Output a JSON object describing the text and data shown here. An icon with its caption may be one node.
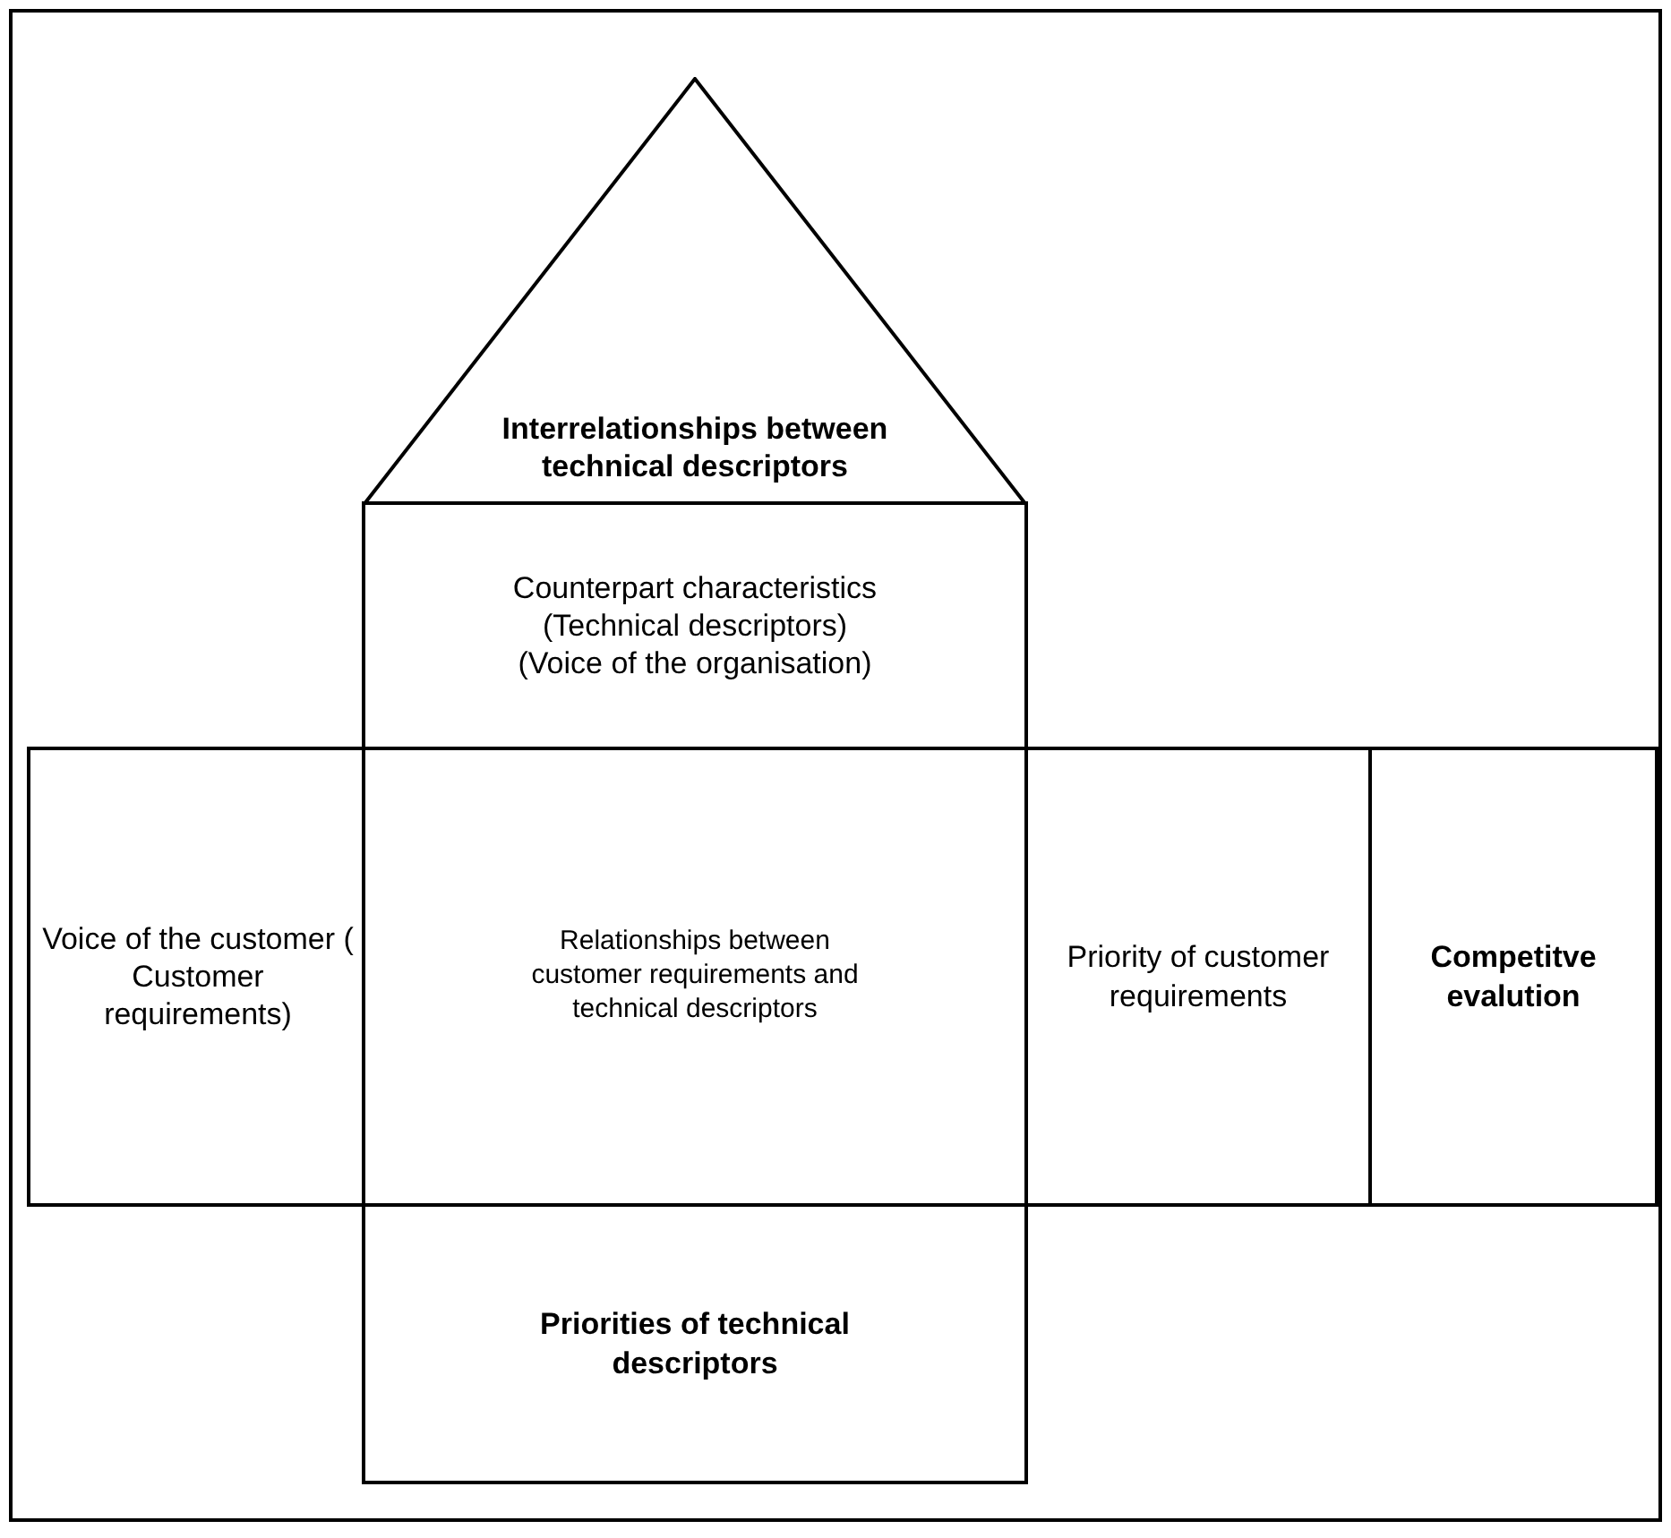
{
  "diagram": {
    "nodes": [
      {
        "text": [],
        "shape": "box"
      },
      {
        "text": [
          "Interrelationships between technical descriptors"
        ],
        "in": 0
      },
      {
        "text": [
          "Counterpart characteristics (Technical descriptors) (Voice of the organisation)"
        ],
        "in": 0
      },
      {
        "text": [
          "Voice of the customer ( Customer requirements)"
        ],
        "in": 0
      },
      {
        "text": [
          "Relationships between customer requirements and technical descriptors"
        ],
        "in": 0
      },
      {
        "text": [
          "Priority of customer requirements"
        ],
        "in": 0
      },
      {
        "text": [
          "Competitve evalution"
        ],
        "in": 0
      },
      {
        "text": [
          "Priorities of technical descriptors"
        ],
        "in": 0
      }
    ]
  }
}
